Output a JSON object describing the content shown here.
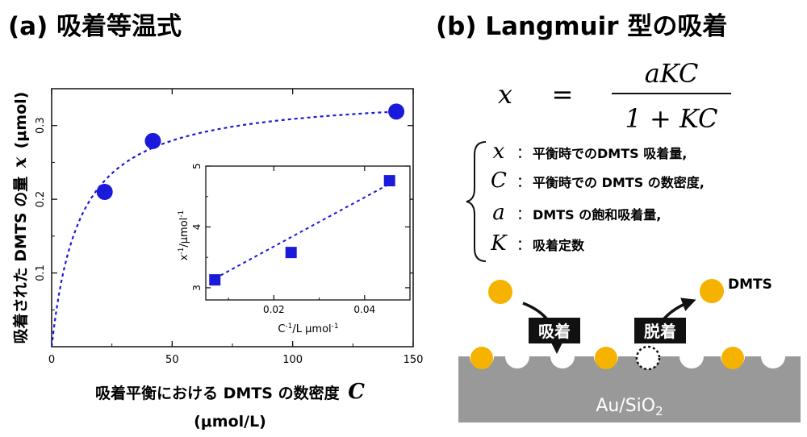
{
  "panel_a": {
    "title": "(a) 吸着等温式",
    "xlabel": "吸着平衡における DMTS の数密度",
    "xlabel_var": "C",
    "xlabel_unit": "(μmol/L)",
    "ylabel_text": "吸着された DMTS の量",
    "ylabel_var": "x",
    "ylabel_unit": "(μmol)"
  },
  "panel_b": {
    "title": "(b) Langmuir 型の吸着",
    "equation": {
      "lhs": "x",
      "equals": "=",
      "numerator": "aKC",
      "denominator": "1 + KC"
    },
    "definitions": [
      {
        "symbol": "x",
        "colon": "：",
        "text": "平衡時でのDMTS 吸着量,"
      },
      {
        "symbol": "C",
        "colon": "：",
        "text": "平衡時での DMTS の数密度,"
      },
      {
        "symbol": "a",
        "colon": "：",
        "text": "DMTS の飽和吸着量,"
      },
      {
        "symbol": "K",
        "colon": "：",
        "text": "吸着定数"
      }
    ],
    "diagram": {
      "dmts_label": "DMTS",
      "adsorb_label": "吸着",
      "desorb_label": "脱着",
      "substrate_text": "Au/SiO",
      "substrate_sub": "2",
      "colors": {
        "molecule": "#f5b300",
        "substrate": "#999999",
        "label_bg": "#111111",
        "label_fg": "#ffffff"
      }
    }
  },
  "chart_data": [
    {
      "type": "scatter",
      "title": "",
      "xlabel": "吸着平衡における DMTS の数密度 C (μmol/L)",
      "ylabel": "吸着された DMTS の量 x (μmol)",
      "xlim": [
        0,
        150
      ],
      "ylim": [
        0,
        0.35
      ],
      "x_ticks": [
        "0",
        "50",
        "100",
        "150"
      ],
      "y_ticks": [
        "0.1",
        "0.2",
        "0.3"
      ],
      "series": [
        {
          "points": [
            [
              22,
              0.21
            ],
            [
              42,
              0.279
            ],
            [
              143,
              0.319
            ]
          ],
          "color": "#1a1adb",
          "marker": "circle"
        }
      ],
      "fit_curve": {
        "model": "langmuir",
        "a": 0.345,
        "K": 0.0855,
        "style": "dashed",
        "color": "#1a1adb"
      }
    },
    {
      "type": "scatter",
      "title": "",
      "xlabel": "C⁻¹/L μmol⁻¹",
      "ylabel": "x⁻¹/μmol⁻¹",
      "xlim": [
        0.005,
        0.05
      ],
      "ylim": [
        2.8,
        5.0
      ],
      "x_ticks": [
        "0.02",
        "0.04"
      ],
      "y_ticks": [
        "3",
        "4",
        "5"
      ],
      "series": [
        {
          "points": [
            [
              0.007,
              3.13
            ],
            [
              0.0238,
              3.58
            ],
            [
              0.0455,
              4.76
            ]
          ],
          "color": "#1a1adb",
          "marker": "square"
        }
      ],
      "fit_line": {
        "slope": 40.4,
        "intercept": 2.87,
        "style": "dashed",
        "color": "#1a1adb"
      }
    }
  ]
}
